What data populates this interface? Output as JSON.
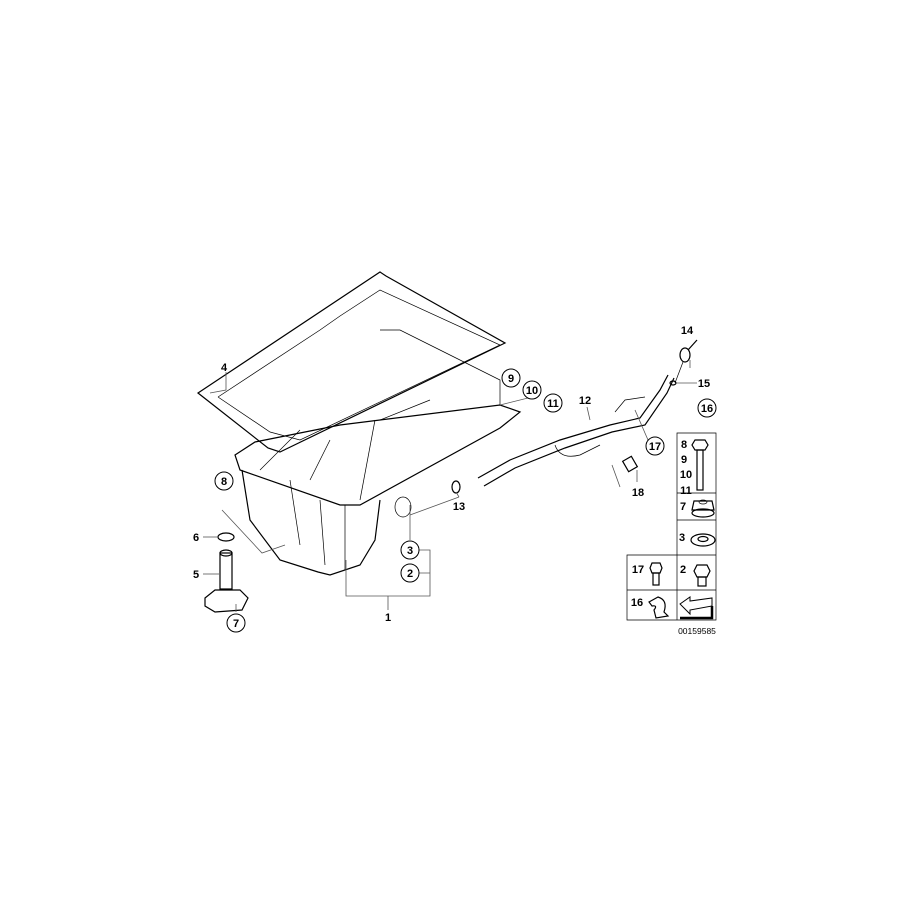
{
  "diagram": {
    "labels": {
      "l1": "1",
      "l2": "2",
      "l3": "3",
      "l4": "4",
      "l5": "5",
      "l6": "6",
      "l7": "7",
      "l8": "8",
      "l9": "9",
      "l10": "10",
      "l11": "11",
      "l12": "12",
      "l13": "13",
      "l14": "14",
      "l15": "15",
      "l16": "16",
      "l17": "17",
      "l18": "18"
    },
    "legend": {
      "bolt_group": [
        "8",
        "9",
        "10",
        "11"
      ],
      "nut": "7",
      "washer": "3",
      "screw_17": "17",
      "screw_2": "2",
      "clip": "16"
    },
    "drawing_code": "00159585"
  }
}
